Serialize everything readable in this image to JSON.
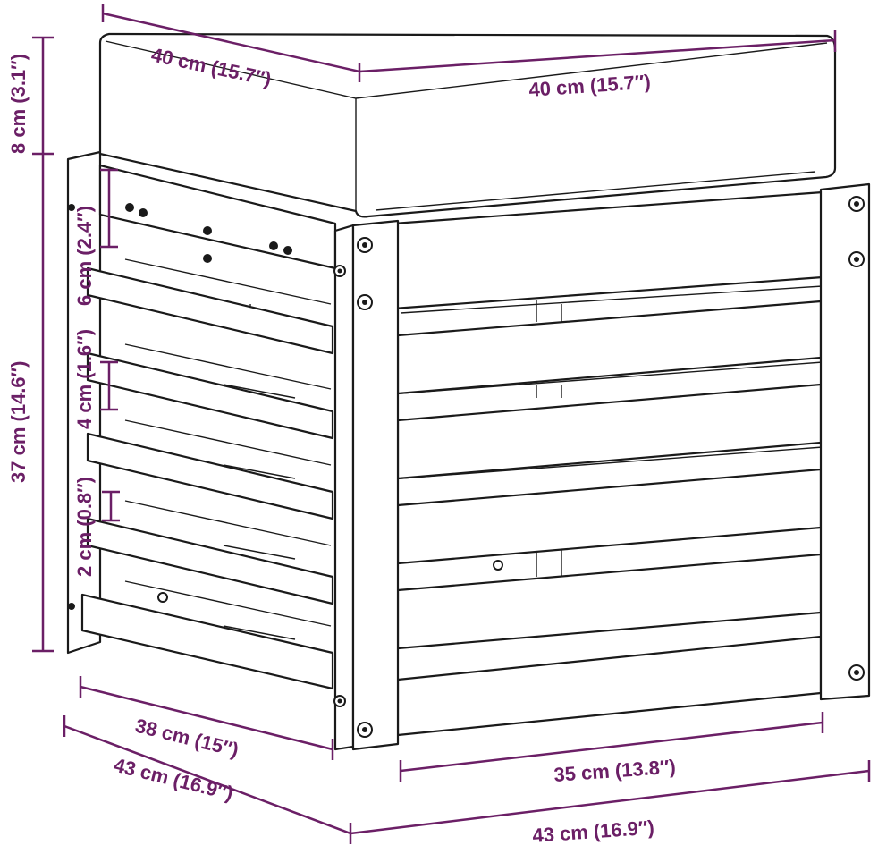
{
  "diagram": {
    "accent_color": "#6b1f66",
    "line_color": "#1a1a1a",
    "dimensions": {
      "cushion_depth": "40 cm (15.7″)",
      "cushion_width": "40 cm (15.7″)",
      "cushion_height": "8 cm (3.1″)",
      "frame_height": "37 cm (14.6″)",
      "top_slat_gap": "6 cm (2.4″)",
      "slat_height": "4 cm (1.6″)",
      "slat_gap": "2 cm (0.8″)",
      "inner_depth": "38 cm (15″)",
      "outer_depth": "43 cm (16.9″)",
      "inner_width": "35 cm (13.8″)",
      "outer_width": "43 cm (16.9″)"
    }
  }
}
